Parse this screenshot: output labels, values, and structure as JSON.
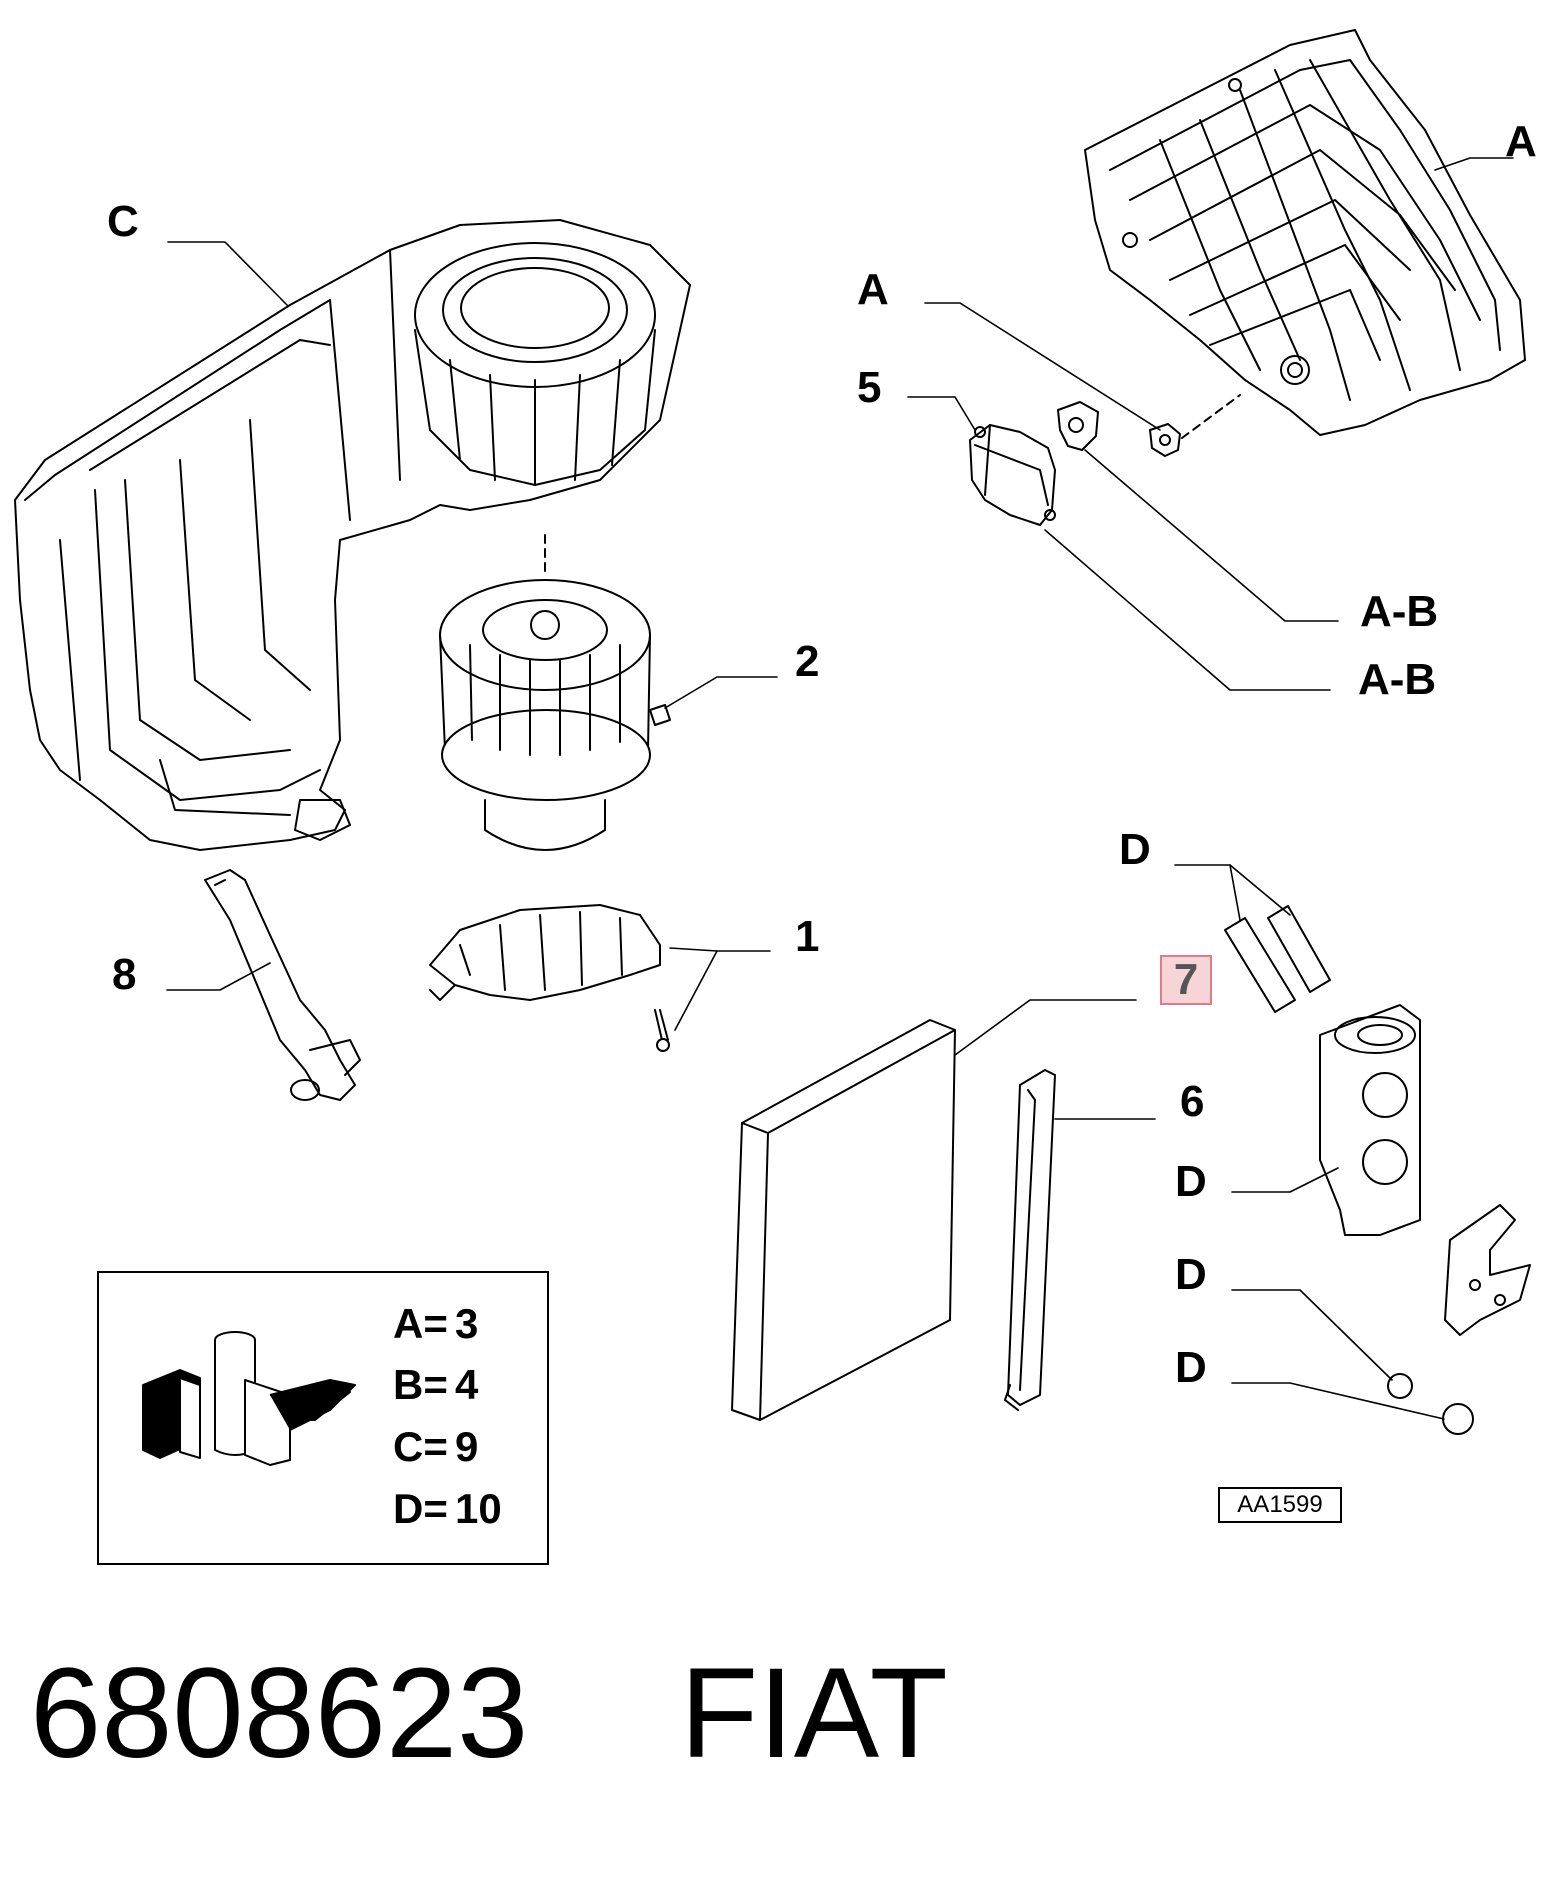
{
  "callouts": {
    "c": "C",
    "a_top_right": "A",
    "a_mid": "A",
    "five": "5",
    "ab_1": "A-B",
    "ab_2": "A-B",
    "two": "2",
    "one": "1",
    "eight": "8",
    "d_top": "D",
    "seven": "7",
    "six": "6",
    "d_mid": "D",
    "d_ring1": "D",
    "d_ring2": "D"
  },
  "reference_code": "AA1599",
  "legend": {
    "icon": "fiat-lubricant-kit-icon",
    "rows": [
      {
        "key": "A=",
        "value": "3"
      },
      {
        "key": "B=",
        "value": "4"
      },
      {
        "key": "C=",
        "value": "9"
      },
      {
        "key": "D=",
        "value": "10"
      }
    ]
  },
  "footer": {
    "part_number": "6808623",
    "brand": "FIAT"
  },
  "colors": {
    "highlight_fill": "#f6d4d8",
    "highlight_border": "#e07a86"
  }
}
